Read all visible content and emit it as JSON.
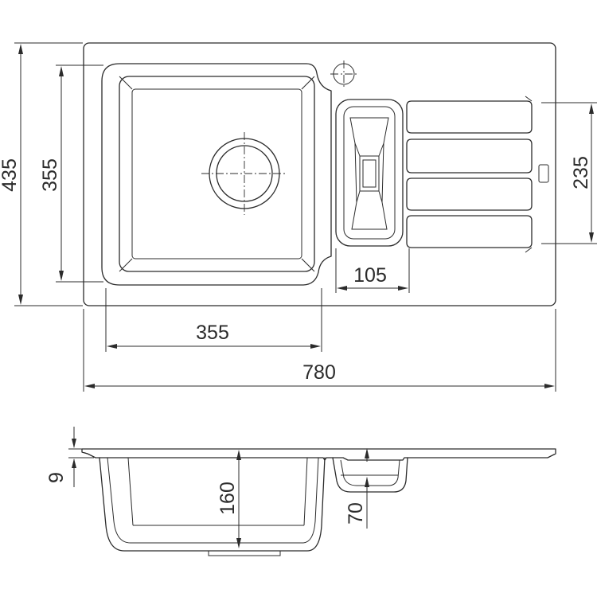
{
  "dimensions": {
    "overall_width": "780",
    "overall_depth": "435",
    "bowl_width": "355",
    "bowl_length": "355",
    "drainer_length": "235",
    "small_bowl_width": "105",
    "rim_thickness": "9",
    "bowl_depth": "160",
    "small_bowl_depth": "70"
  },
  "colors": {
    "line": "#2b2b2b",
    "background": "#ffffff"
  }
}
